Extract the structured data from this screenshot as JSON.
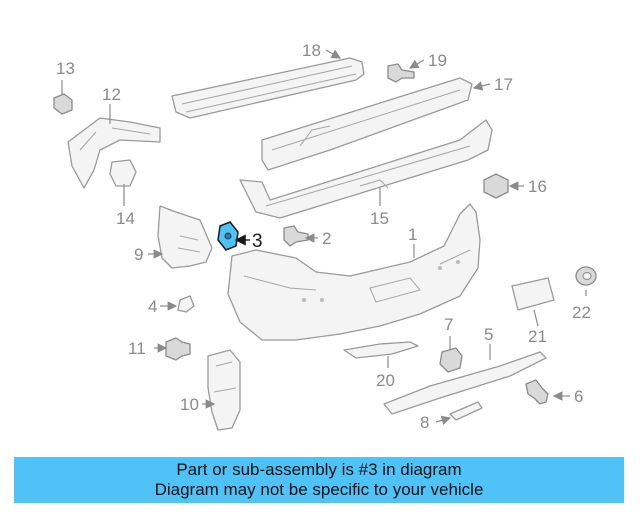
{
  "diagram": {
    "callouts": [
      "1",
      "2",
      "3",
      "4",
      "5",
      "6",
      "7",
      "8",
      "9",
      "10",
      "11",
      "12",
      "13",
      "14",
      "15",
      "16",
      "17",
      "18",
      "19",
      "20",
      "21",
      "22"
    ],
    "selected_callout": "3",
    "highlight_color": "#4fc3f7"
  },
  "banner": {
    "line1": "Part or sub-assembly is #3 in diagram",
    "line2": "Diagram may not be specific to your vehicle",
    "background": "#4fc3f7"
  }
}
